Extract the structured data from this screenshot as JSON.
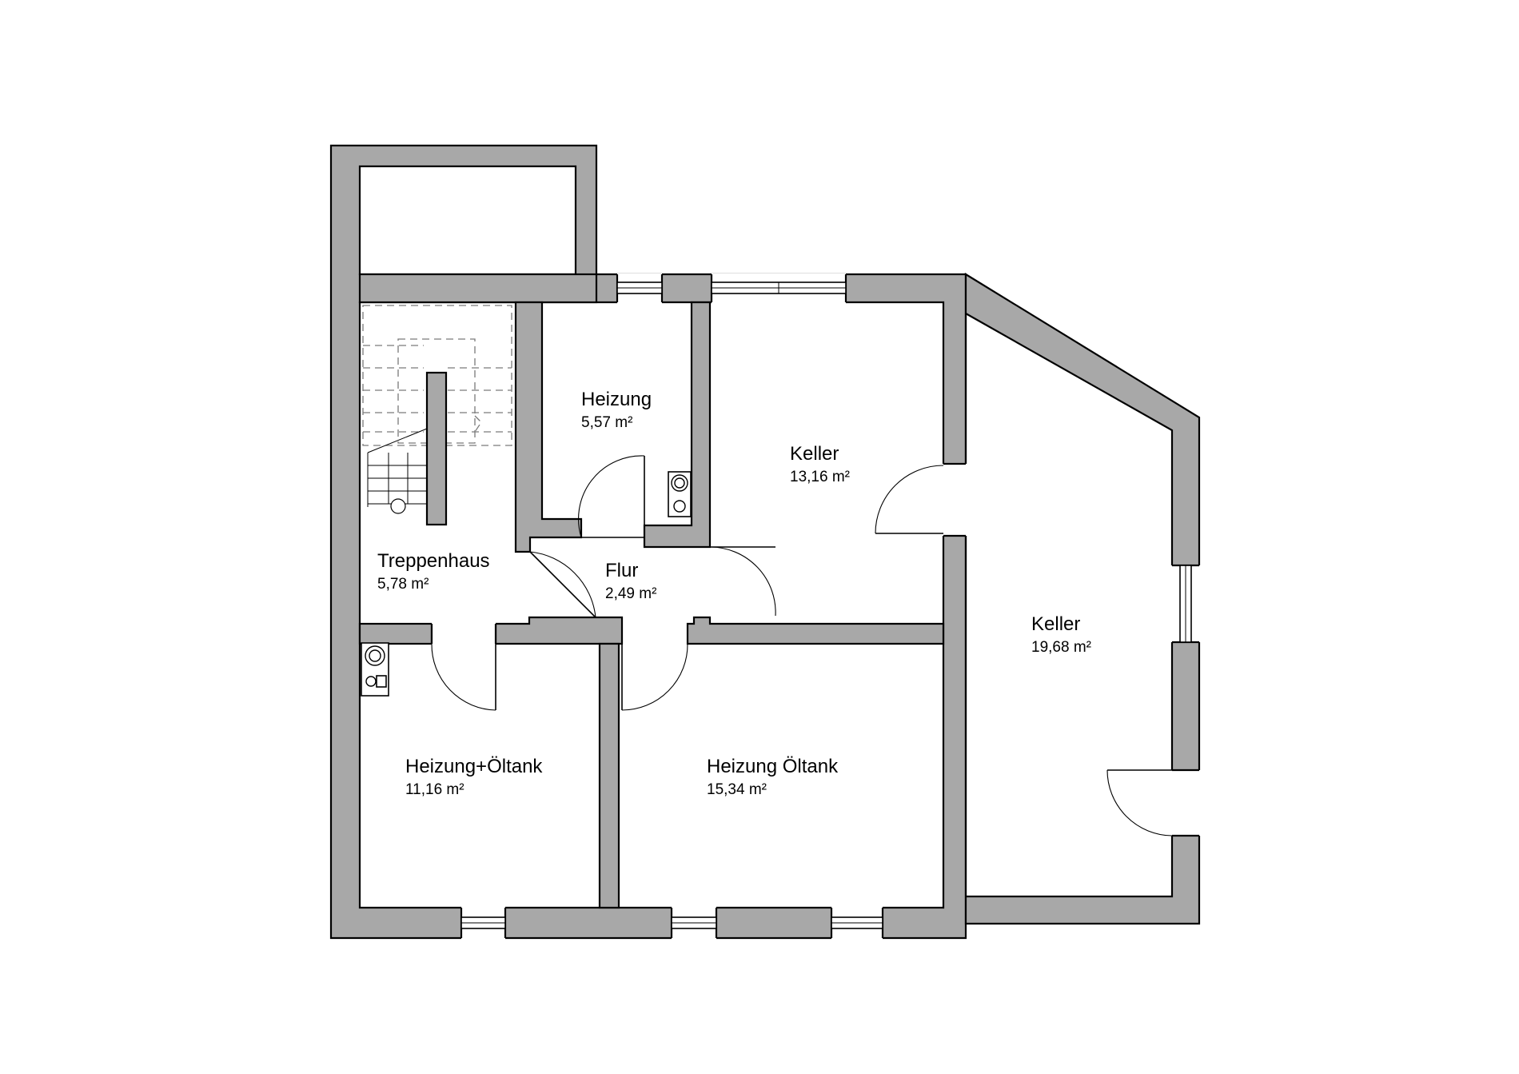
{
  "rooms": [
    {
      "id": "treppenhaus",
      "name": "Treppenhaus",
      "area": "5,78 m²"
    },
    {
      "id": "heizung",
      "name": "Heizung",
      "area": "5,57 m²"
    },
    {
      "id": "flur",
      "name": "Flur",
      "area": "2,49 m²"
    },
    {
      "id": "keller-mid",
      "name": "Keller",
      "area": "13,16 m²"
    },
    {
      "id": "keller-right",
      "name": "Keller",
      "area": "19,68 m²"
    },
    {
      "id": "heizung-oeltank-left",
      "name": "Heizung+Öltank",
      "area": "11,16 m²"
    },
    {
      "id": "heizung-oeltank-right",
      "name": "Heizung Öltank",
      "area": "15,34 m²"
    }
  ],
  "colors": {
    "wall": "#a8a8a8",
    "line": "#000000",
    "background": "#ffffff",
    "hidden": "#7a7a7a"
  }
}
